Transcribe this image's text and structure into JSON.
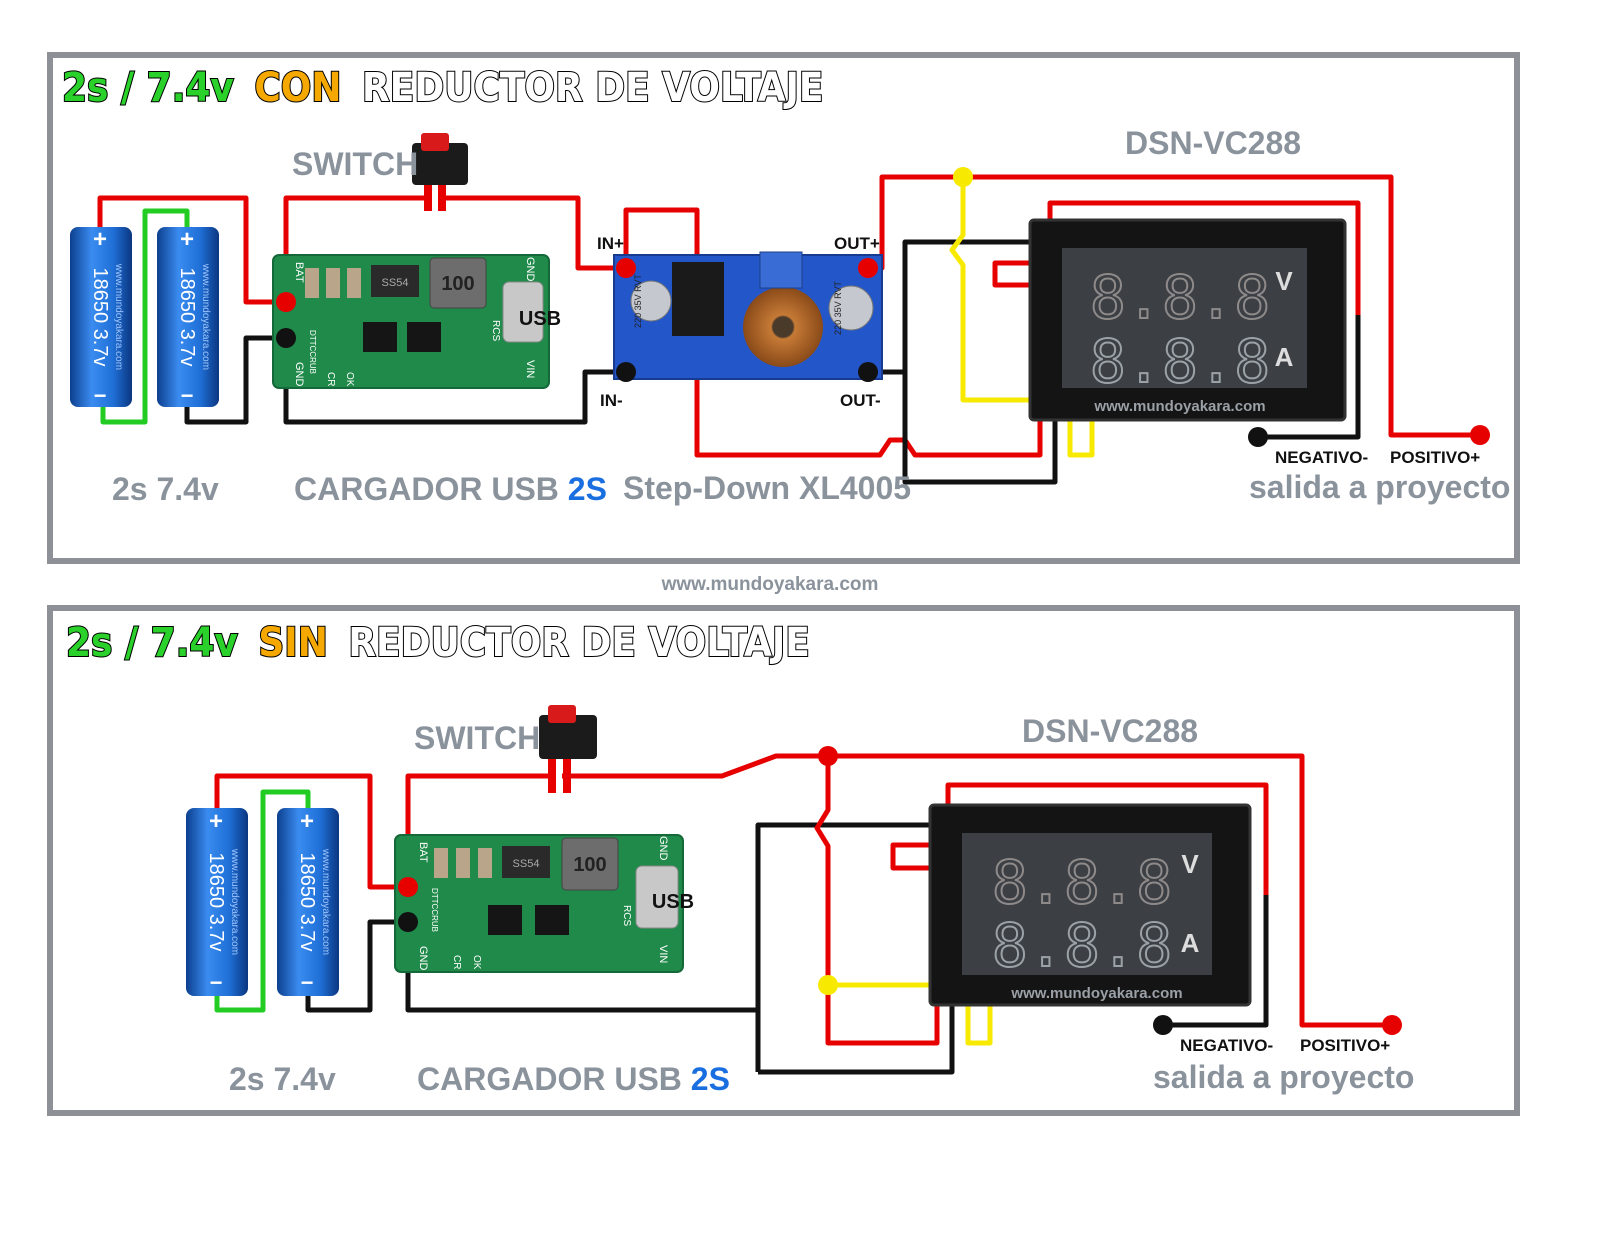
{
  "colors": {
    "green_title": "#2bd12b",
    "orange_title": "#f5a800",
    "label_gray": "#8a929c",
    "label_blue": "#1a6fe0",
    "wire_red": "#e60000",
    "wire_black": "#111111",
    "wire_yellow": "#f7ea00",
    "wire_green": "#22cc22",
    "battery_blue": "#1f6fd6",
    "pcb_green": "#1f8a4a",
    "converter_blue": "#2356c8"
  },
  "watermark": "www.mundoyakara.com",
  "panels": [
    {
      "title_prefix": "2s / 7.4v",
      "title_keyword": "CON",
      "title_suffix": "REDUCTOR DE VOLTAJE",
      "switch_label": "SWITCH",
      "battery_text": "18650 3.7v",
      "battery_plus": "+",
      "battery_minus": "−",
      "battery_watermark": "www.mundoyakara.com",
      "battery_caption": "2s 7.4v",
      "charger_caption_prefix": "CARGADOR USB",
      "charger_caption_suffix": "2S",
      "charger_usb": "USB",
      "charger_pins": {
        "bat": "BAT",
        "gnd_top": "GND",
        "gnd_bottom": "GND",
        "vin": "VIN",
        "rcs": "RCS",
        "ok": "OK",
        "cr": "CR",
        "chip": "SS54",
        "inductor": "100",
        "code": "DTTCCRUB"
      },
      "converter_caption": "Step-Down XL4005",
      "converter_in_plus": "IN+",
      "converter_in_minus": "IN-",
      "converter_out_plus": "OUT+",
      "converter_out_minus": "OUT-",
      "cap_text": "220 35V RVT",
      "meter_label": "DSN-VC288",
      "meter_digits": "8.8.8",
      "meter_unit_v": "V",
      "meter_unit_a": "A",
      "meter_watermark": "www.mundoyakara.com",
      "out_negative": "NEGATIVO-",
      "out_positive": "POSITIVO+",
      "out_caption": "salida a proyecto"
    },
    {
      "title_prefix": "2s / 7.4v",
      "title_keyword": "SIN",
      "title_suffix": "REDUCTOR DE VOLTAJE",
      "switch_label": "SWITCH",
      "battery_text": "18650 3.7v",
      "battery_plus": "+",
      "battery_minus": "−",
      "battery_watermark": "www.mundoyakara.com",
      "battery_caption": "2s 7.4v",
      "charger_caption_prefix": "CARGADOR USB",
      "charger_caption_suffix": "2S",
      "charger_usb": "USB",
      "charger_pins": {
        "bat": "BAT",
        "gnd_top": "GND",
        "gnd_bottom": "GND",
        "vin": "VIN",
        "rcs": "RCS",
        "ok": "OK",
        "cr": "CR",
        "chip": "SS54",
        "inductor": "100",
        "code": "DTTCCRUB"
      },
      "meter_label": "DSN-VC288",
      "meter_digits": "8.8.8",
      "meter_unit_v": "V",
      "meter_unit_a": "A",
      "meter_watermark": "www.mundoyakara.com",
      "out_negative": "NEGATIVO-",
      "out_positive": "POSITIVO+",
      "out_caption": "salida a proyecto"
    }
  ]
}
